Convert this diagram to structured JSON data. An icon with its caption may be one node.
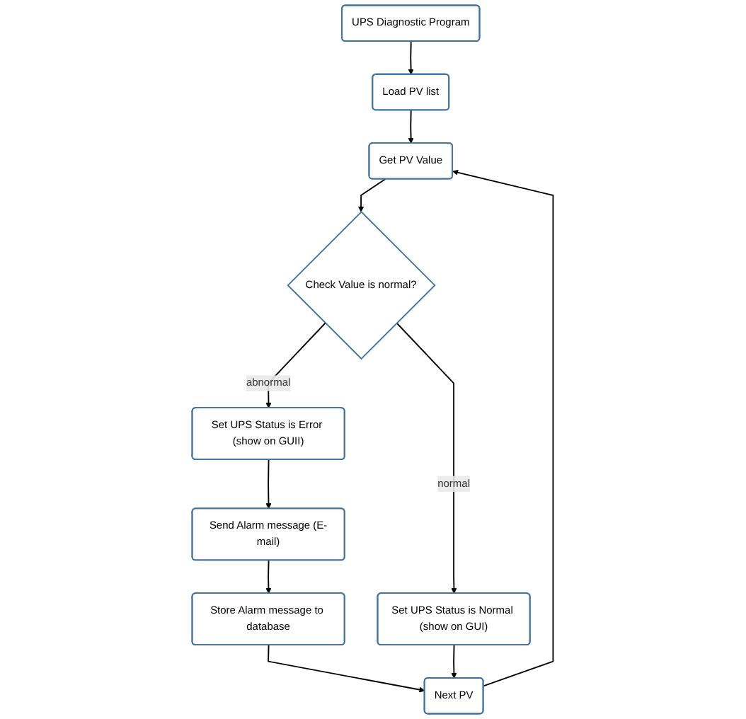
{
  "diagram": {
    "nodes": [
      {
        "text": [
          "UPS Diagnostic Program"
        ]
      },
      {
        "text": [
          "Load PV list"
        ]
      },
      {
        "text": [
          "Get PV Value"
        ]
      },
      {
        "text": [
          "Check Value is normal?"
        ]
      },
      {
        "text": [
          "Set UPS Status is Error (show on GUII)"
        ]
      },
      {
        "text": [
          "Send Alarm message (E-mail)"
        ]
      },
      {
        "text": [
          "Store Alarm message to database"
        ]
      },
      {
        "text": [
          "Set UPS Status is Normal (show on GUI)"
        ]
      },
      {
        "text": [
          "Next PV"
        ]
      }
    ],
    "edges": [
      {
        "from": 0,
        "to": 1,
        "arrow": "to"
      },
      {
        "from": 1,
        "to": 2,
        "arrow": "to"
      },
      {
        "from": 2,
        "to": 3,
        "arrow": "to"
      },
      {
        "from": 3,
        "to": 4,
        "arrow": "to",
        "label": "abnormal"
      },
      {
        "from": 4,
        "to": 5,
        "arrow": "to"
      },
      {
        "from": 5,
        "to": 6,
        "arrow": "to"
      },
      {
        "from": 6,
        "to": 8,
        "arrow": "to"
      },
      {
        "from": 3,
        "to": 7,
        "arrow": "to",
        "label": "normal"
      },
      {
        "from": 7,
        "to": 8,
        "arrow": "to"
      },
      {
        "from": 8,
        "to": 2,
        "arrow": "to"
      }
    ]
  }
}
